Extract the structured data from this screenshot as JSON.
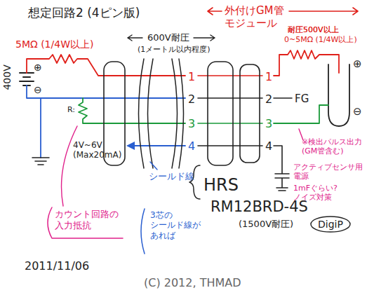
{
  "diagram": {
    "title": "想定回路2 (4ピン版)",
    "caption": "(C) 2012, THMAD",
    "nodes": [
      {
        "text": [
          "DigiP"
        ]
      }
    ],
    "labels": [
      "外付けGM管 モジュール",
      "耐圧500V以上",
      "5MΩ (1/4W以上)",
      "600V耐圧",
      "(1メートル以内程度)",
      "耐圧500V以上",
      "0~5MΩ (1/4W以上)",
      "400V",
      "⊕",
      "⊖",
      "1",
      "2",
      "3",
      "4",
      "1",
      "2",
      "3",
      "4",
      "FG",
      "⊕",
      "⊖",
      "R:",
      "4V~6V (Max20mA)",
      "※検出パルス出力 (GM管含む)",
      "アクティブセンサ用 電源",
      "1mFぐらい? ノイズ対策",
      "シールド線",
      "HRS",
      "RM12BRD-4S",
      "(1500V耐圧)",
      "カウント回路の 入力抵抗",
      "3芯の シールド線が あれば",
      "2011/11/06"
    ]
  }
}
